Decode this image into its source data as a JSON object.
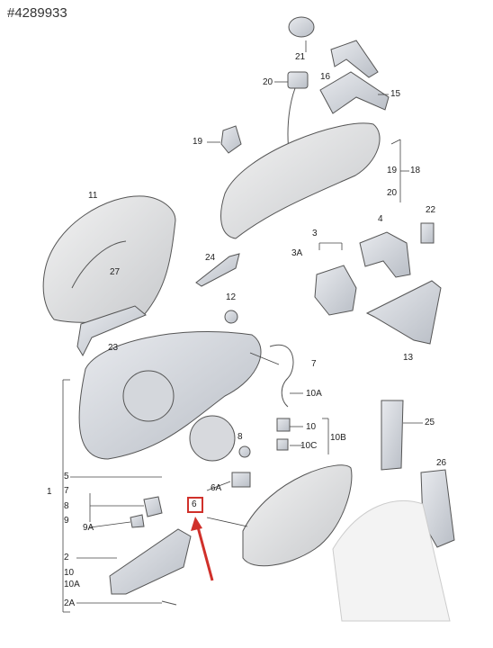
{
  "header": {
    "ref": "#4289933"
  },
  "labels": {
    "l21": "21",
    "l16": "16",
    "l20": "20",
    "l15": "15",
    "l19a": "19",
    "l19b": "19",
    "l18": "18",
    "l20b": "20",
    "l11": "11",
    "l27": "27",
    "l4": "4",
    "l22": "22",
    "l3": "3",
    "l3a": "3A",
    "l24": "24",
    "l12": "12",
    "l13": "13",
    "l23": "23",
    "l7": "7",
    "l10a": "10A",
    "l10": "10",
    "l10b": "10B",
    "l10c": "10C",
    "l25": "25",
    "l8": "8",
    "l5": "5",
    "l6a": "6A",
    "l26": "26",
    "l1": "1",
    "l7b": "7",
    "l8b": "8",
    "l9": "9",
    "l9a": "9A",
    "l6": "6",
    "l2": "2",
    "l10c2": "10",
    "l10a2": "10A",
    "l2a": "2A"
  },
  "highlight": {
    "part": "6",
    "color": "#d0302a"
  }
}
